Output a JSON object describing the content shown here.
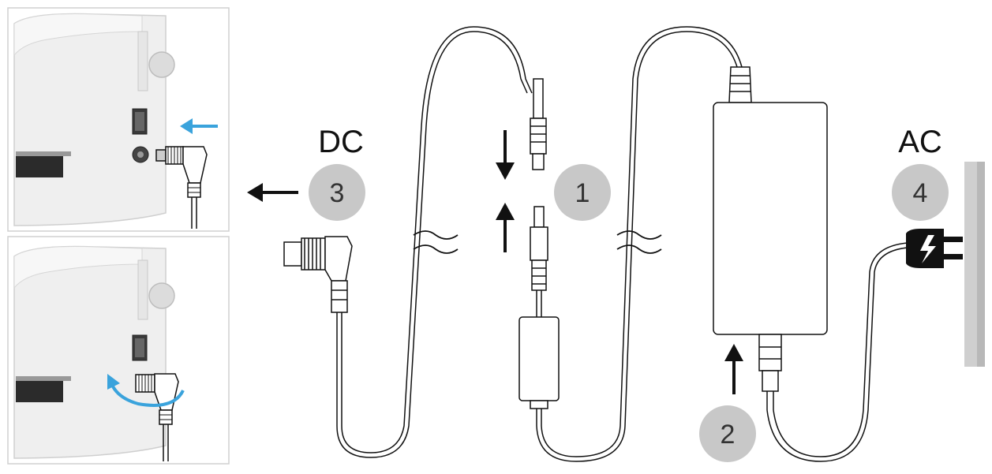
{
  "labels": {
    "dc": "DC",
    "ac": "AC"
  },
  "steps": [
    {
      "number": "1"
    },
    {
      "number": "2"
    },
    {
      "number": "3"
    },
    {
      "number": "4"
    }
  ],
  "colors": {
    "step_badge": "#c8c8c8",
    "highlight_arrow": "#3aa3dc",
    "line": "#111111",
    "panel_border": "#d0d0d0",
    "device_body": "#efefef"
  },
  "icons": {
    "adapter": "power-adapter-brick-icon",
    "plug": "ac-plug-bolt-icon",
    "outlet": "wall-outlet-icon"
  }
}
